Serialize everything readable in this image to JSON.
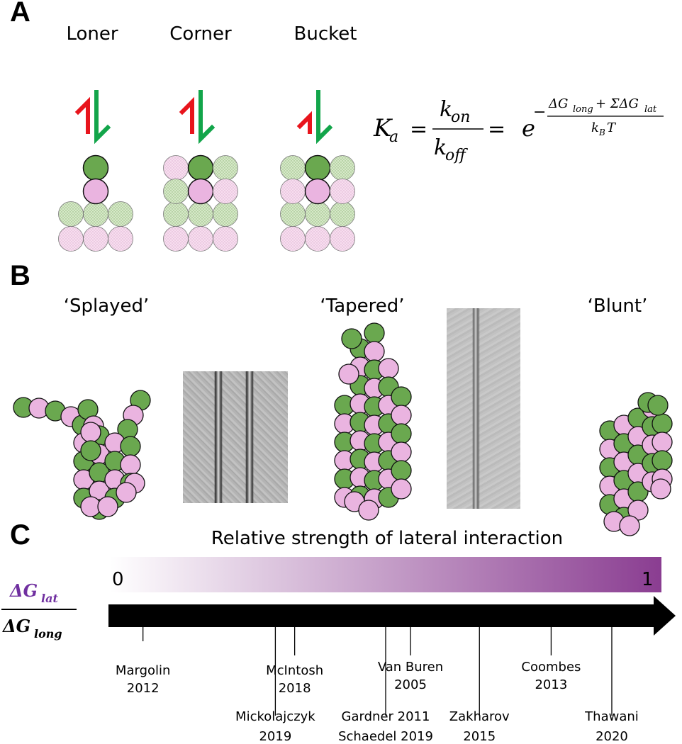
{
  "panels": {
    "a": "A",
    "b": "B",
    "c": "C"
  },
  "panel_a": {
    "labels": [
      "Loner",
      "Corner",
      "Bucket"
    ],
    "equation": {
      "lhs": "K",
      "lhs_sub": "a",
      "k_on": "k",
      "k_on_sub": "on",
      "k_off": "k",
      "k_off_sub": "off",
      "equals": "=",
      "base": "e",
      "minus": "−",
      "exp_num_a": "ΔG",
      "exp_num_a_sub": "long",
      "exp_num_plus": "+ ΣΔG",
      "exp_num_b_sub": "lat",
      "exp_den": "k",
      "exp_den_sub": "B",
      "exp_den_T": "T"
    }
  },
  "panel_b": {
    "labels": [
      "‘Splayed’",
      "‘Tapered’",
      "‘Blunt’"
    ]
  },
  "panel_c": {
    "title": "Relative strength of lateral interaction",
    "bar_min": "0",
    "bar_max": "1",
    "ratio": {
      "num": "ΔG",
      "num_sub": "lat",
      "den": "ΔG",
      "den_sub": "long"
    },
    "citations": [
      {
        "name": "Margolin",
        "year": "2012",
        "value": 0.06
      },
      {
        "name": "Mickolajczyk",
        "year": "2019",
        "value": 0.3
      },
      {
        "name": "McIntosh",
        "year": "2018",
        "value": 0.335
      },
      {
        "name": "Gardner 2011",
        "year": "Schaedel 2019",
        "value": 0.5
      },
      {
        "name": "Van Buren",
        "year": "2005",
        "value": 0.545
      },
      {
        "name": "Zakharov",
        "year": "2015",
        "value": 0.67
      },
      {
        "name": "Coombes",
        "year": "2013",
        "value": 0.8
      },
      {
        "name": "Thawani",
        "year": "2020",
        "value": 0.91
      }
    ]
  },
  "colors": {
    "green": "#6aa84f",
    "pink": "#eab4e0",
    "arrow_green": "#12a54a",
    "arrow_red": "#e8141c",
    "purple": "#8a3d91",
    "ratio_text": "#7030a0"
  }
}
